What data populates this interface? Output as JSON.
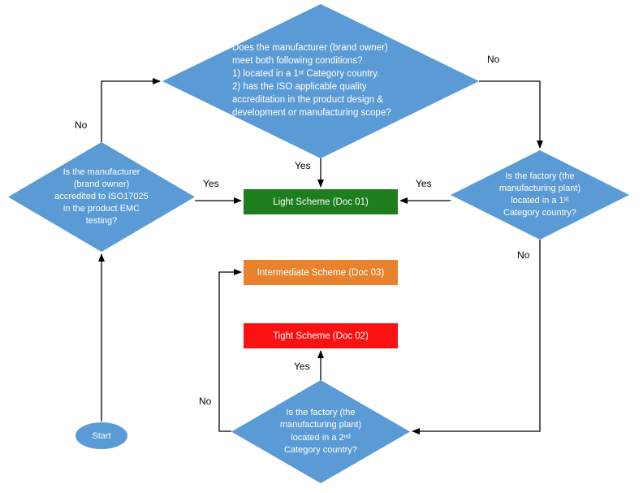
{
  "diagram": {
    "nodes": {
      "q_conditions": {
        "type": "decision",
        "text": "Does the manufacturer (brand owner)\nmeet both following conditions?\n1) located in a 1ˢᵗ Category  country.\n2) has the ISO applicable quality\naccreditation in the product design &\ndevelopment or manufacturing scope?",
        "fill": "#5B9BD5"
      },
      "q_emc": {
        "type": "decision",
        "text": "Is the manufacturer\n(brand owner)\naccredited to ISO17025\nin the product EMC\ntesting?",
        "fill": "#5B9BD5"
      },
      "q_factory_cat1": {
        "type": "decision",
        "text": "Is the factory  (the\nmanufacturing plant)\nlocated in a 1ˢᵗ\nCategory country?",
        "fill": "#5B9BD5"
      },
      "q_factory_cat2": {
        "type": "decision",
        "text": "Is the factory (the\nmanufacturing plant)\nlocated in a 2ⁿᵈ\nCategory  country?",
        "fill": "#5B9BD5"
      },
      "light_scheme": {
        "type": "process",
        "label": "Light Scheme (Doc 01)",
        "fill": "#1E7D1E"
      },
      "intermediate_scheme": {
        "type": "process",
        "label": "Intermediate Scheme (Doc 03)",
        "fill": "#E8822D"
      },
      "tight_scheme": {
        "type": "process",
        "label": "Tight Scheme (Doc 02)",
        "fill": "#FB1111"
      },
      "start": {
        "type": "terminator",
        "label": "Start",
        "fill": "#5B9BD5"
      }
    },
    "edge_labels": {
      "emc_no": "No",
      "emc_yes": "Yes",
      "conditions_yes": "Yes",
      "conditions_no": "No",
      "factory1_yes": "Yes",
      "factory1_no": "No",
      "factory2_yes": "Yes",
      "factory2_no": "No"
    }
  }
}
